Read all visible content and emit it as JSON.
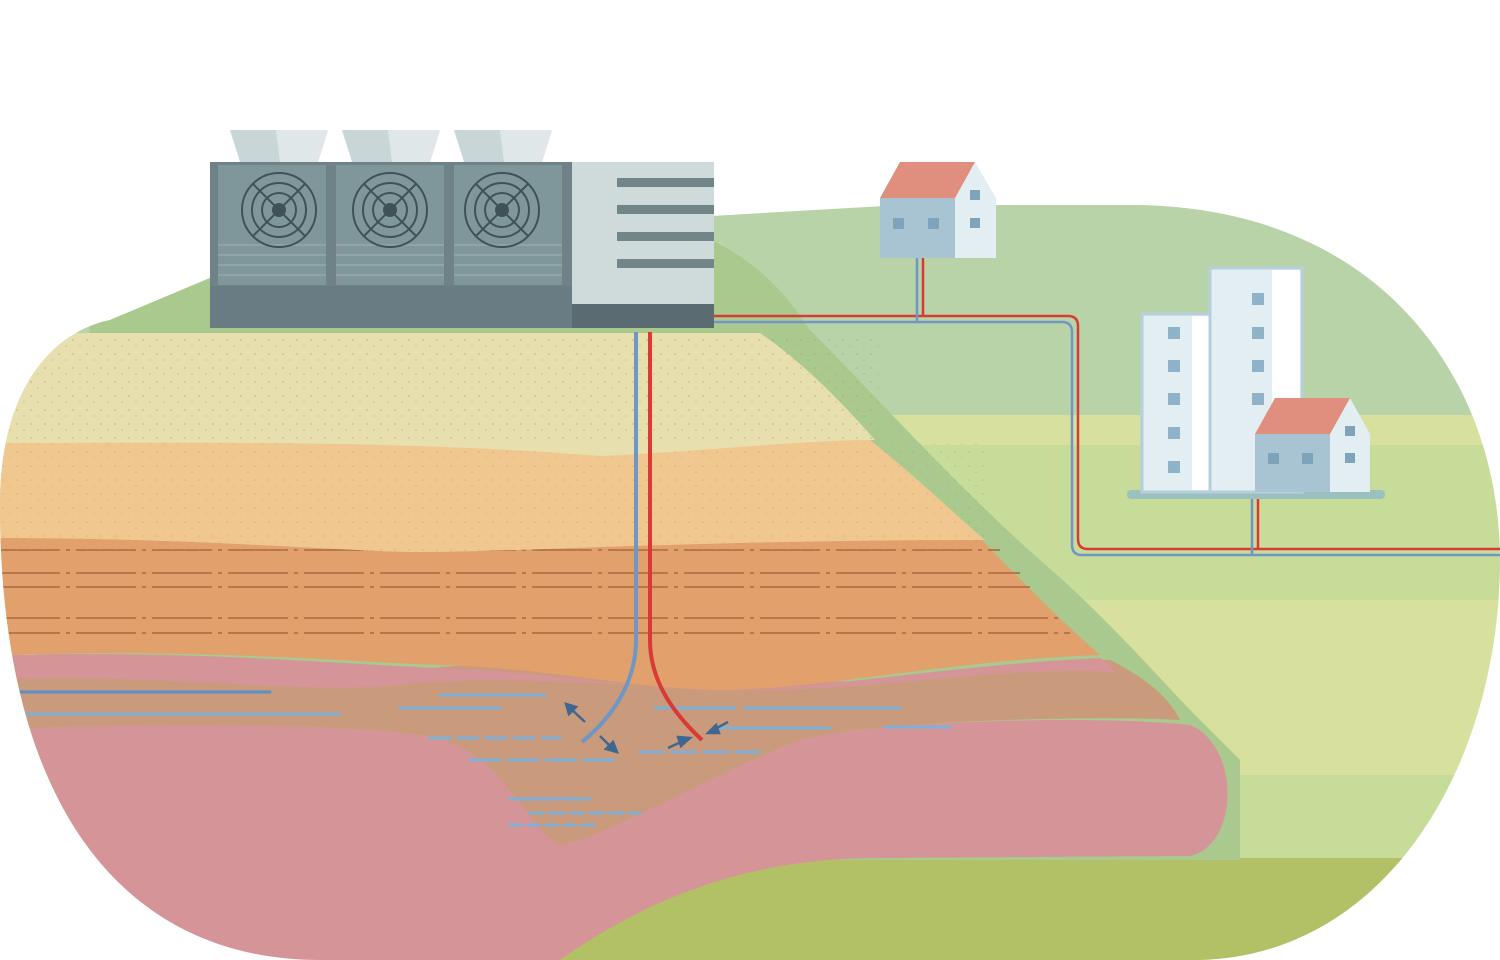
{
  "diagram": {
    "subject": "",
    "nodes": [
      {
        "id": "geothermal-plant",
        "icon": "fan-unit-icon"
      },
      {
        "id": "house-top",
        "icon": "house-icon"
      },
      {
        "id": "city-block",
        "icon": "building-icon"
      }
    ],
    "pipes": [
      {
        "id": "cold-injection",
        "color": "#6f96c4"
      },
      {
        "id": "hot-production",
        "color": "#d93a35"
      }
    ],
    "layers": [
      {
        "id": "topsoil",
        "color": "#e8dfae"
      },
      {
        "id": "sand",
        "color": "#f0c78e"
      },
      {
        "id": "clay-stripes",
        "color": "#e1a06c"
      },
      {
        "id": "aquifer",
        "color": "#c99a7c"
      },
      {
        "id": "bedrock",
        "color": "#d59598"
      }
    ],
    "colors": {
      "grass_light": "#b9d3a8",
      "grass_mid": "#c8dc9a",
      "grass_pale": "#d7e09d",
      "grass_dark": "#b3c166",
      "roof": "#e08e7e",
      "wall": "#a8c3d1",
      "wall_light": "#e3eef3",
      "water": "#7fb0d8"
    }
  }
}
